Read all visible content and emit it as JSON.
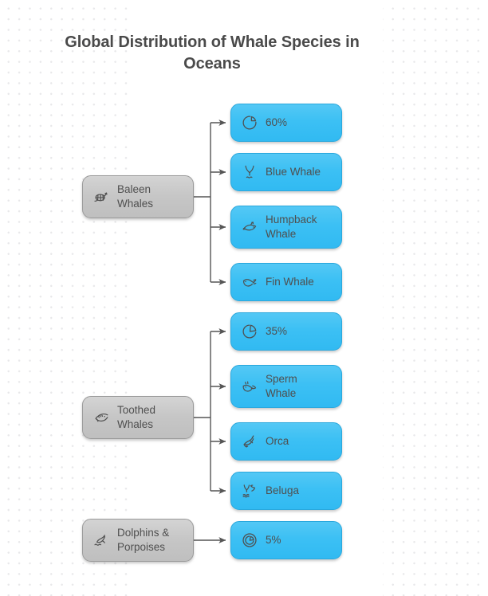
{
  "diagram": {
    "title": "Global Distribution of Whale Species in Oceans",
    "type": "tree-mindmap",
    "orientation": "left-to-right",
    "colors": {
      "parent_node_fill": "#c6c6c6",
      "parent_node_border": "#9a9a9a",
      "child_node_fill": "#3cc0f4",
      "child_node_border": "#2aa8dd",
      "connector": "#555555",
      "title_text": "#4a4a4a",
      "label_text": "#4f4f4f",
      "background": "#ffffff",
      "background_dots": "#e8e8ea"
    },
    "branches": [
      {
        "id": "baleen",
        "label": "Baleen\nWhales",
        "icon": "baleen-whale-icon",
        "children": [
          {
            "id": "baleen-share",
            "label": "60%",
            "icon": "pie-chart-icon",
            "value": 60,
            "unit": "%"
          },
          {
            "id": "blue-whale",
            "label": "Blue Whale",
            "icon": "whale-tail-icon"
          },
          {
            "id": "humpback-whale",
            "label": "Humpback\nWhale",
            "icon": "humpback-whale-icon"
          },
          {
            "id": "fin-whale",
            "label": "Fin Whale",
            "icon": "fin-whale-icon"
          }
        ]
      },
      {
        "id": "toothed",
        "label": "Toothed\nWhales",
        "icon": "toothed-whale-icon",
        "children": [
          {
            "id": "toothed-share",
            "label": "35%",
            "icon": "pie-chart-icon",
            "value": 35,
            "unit": "%"
          },
          {
            "id": "sperm-whale",
            "label": "Sperm\nWhale",
            "icon": "sperm-whale-icon"
          },
          {
            "id": "orca",
            "label": "Orca",
            "icon": "orca-icon"
          },
          {
            "id": "beluga",
            "label": "Beluga",
            "icon": "beluga-icon"
          }
        ]
      },
      {
        "id": "dolphins",
        "label": "Dolphins &\nPorpoises",
        "icon": "dolphin-icon",
        "children": [
          {
            "id": "dolphins-share",
            "label": "5%",
            "icon": "donut-chart-icon",
            "value": 5,
            "unit": "%"
          }
        ]
      }
    ]
  }
}
